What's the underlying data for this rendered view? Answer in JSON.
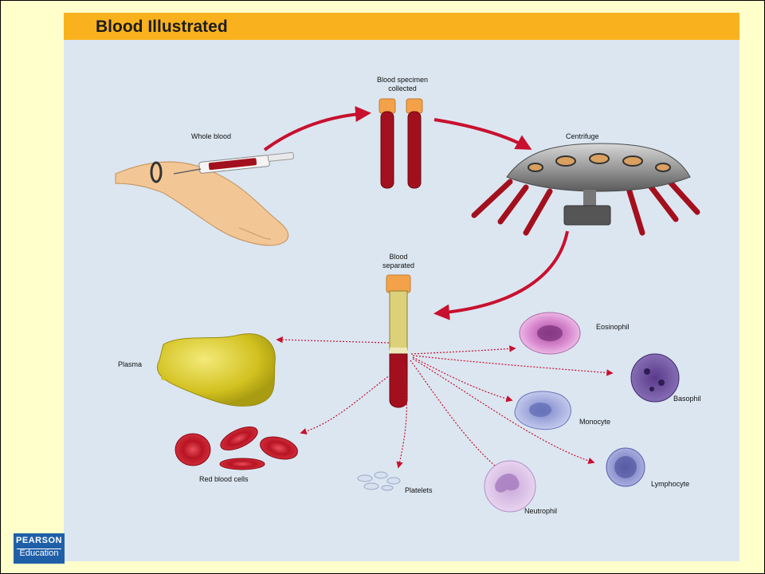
{
  "title": "Blood Illustrated",
  "labels": {
    "whole_blood": "Whole blood",
    "specimen_line1": "Blood specimen",
    "specimen_line2": "collected",
    "centrifuge": "Centrifuge",
    "separated_line1": "Blood",
    "separated_line2": "separated",
    "plasma": "Plasma",
    "red_blood_cells": "Red blood cells",
    "platelets": "Platelets",
    "neutrophil": "Neutrophil",
    "lymphocyte": "Lymphocyte",
    "monocyte": "Monocyte",
    "basophil": "Basophil",
    "eosinophil": "Eosinophil"
  },
  "logo": {
    "brand": "PEARSON",
    "sub": "Education"
  },
  "colors": {
    "background": "#FFFFCC",
    "panel": "#dbe6f1",
    "title_bar": "#f9b21e",
    "arrow": "#c8102e",
    "blood": "#a3101d",
    "plasma": "#d9c92f",
    "logo": "#1f5fa8"
  }
}
